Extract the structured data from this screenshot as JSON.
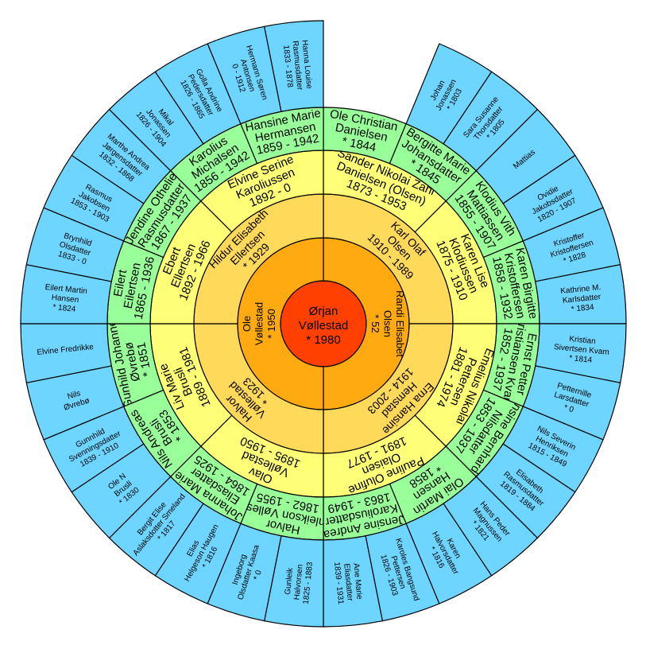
{
  "colors": {
    "root": "#ff4000",
    "gen1": "#ffaa11",
    "gen2": "#ffd95a",
    "gen3": "#ffff77",
    "gen4": "#99ff99",
    "gen5": "#6dd5ff"
  },
  "root": [
    "Ørjan",
    "Vøllestad",
    "* 1980"
  ],
  "generations": [
    [
      [
        "Randi Elisabet",
        "Olsen",
        "* 52"
      ],
      [
        "Ole",
        "Vøllestad",
        "* 1950"
      ]
    ],
    [
      [
        "Karl Olaf",
        "Olsen",
        "1910 - 1989"
      ],
      [
        "Erna Hansine",
        "Hemstad",
        "1914 - 2003"
      ],
      [
        "Halvor",
        "Vøllestad",
        "* 1923"
      ],
      [
        "Hildur Elisabeth",
        "Ellertsen",
        "* 1929"
      ]
    ],
    [
      [
        "Sander Nikolai Zahl",
        "Danielsen (Olsen)",
        "1873 - 1953"
      ],
      [
        "Karen Lise",
        "Klodiussen",
        "1875 - 1910"
      ],
      [
        "Emelius Nikolai",
        "Pettersen",
        "1881 - 1974"
      ],
      [
        "Pauline Olufine",
        "Olaisen",
        "1891 - 1977"
      ],
      [
        "Olav",
        "Vøllestad",
        "1895 - 1950"
      ],
      [
        "Liv Marie",
        "Brusli",
        "1889 - 1981"
      ],
      [
        "Ebert",
        "Ellertsen",
        "1892 - 1966"
      ],
      [
        "Elvine Serine",
        "Karoliussen",
        "1892 - 0"
      ]
    ],
    [
      [
        "Ole Christian",
        "Danielsen",
        "* 1844"
      ],
      [
        "Bergitte Marie",
        "Johansdatter",
        "* 1845"
      ],
      [
        "Klodius Vith",
        "Mattiassen",
        "1855 - 1907"
      ],
      [
        "Karen Birgitte",
        "Kristoffersen",
        "1858 - 1932"
      ],
      [
        "Ernst Petter",
        "Kristiansen Kvam",
        "1852 - 1937"
      ],
      [
        "Hansine Bernhardine",
        "Nilsdatter",
        "1853 - 1937"
      ],
      [
        "Olai Martin",
        "Hansen",
        "* 1858"
      ],
      [
        "Jensine Andrea",
        "Karoliusdatter",
        "1863 - 1949"
      ],
      [
        "Halvor",
        "Gunleikson Vøllestad",
        "1862 - 1955"
      ],
      [
        "Johanna Marie",
        "Eliasdatter",
        "1864 - 1925"
      ],
      [
        "Nils Andreas",
        "Brusli",
        "* 1853"
      ],
      [
        "Gunhild Johanne",
        "Øvrebø",
        "* 1851"
      ],
      [
        "Eilert",
        "Eilertsen",
        "1865 - 1936"
      ],
      [
        "Jendine Othelie",
        "Rasmusdatter",
        "1867 - 1937"
      ],
      [
        "Karolius",
        "Michalsen",
        "1856 - 1942"
      ],
      [
        "Hansine Marie",
        "Hermansen",
        "1859 - 1942"
      ]
    ],
    [
      null,
      null,
      [
        "Johan",
        "Jonassen",
        "* 1803"
      ],
      [
        "Sara Susanne",
        "Thorsdatter",
        "* 1805"
      ],
      [
        "Mattias"
      ],
      [
        "Ovidie",
        "Jakobsdatter",
        "1820 - 1907"
      ],
      [
        "Kristoffer",
        "Kristoffersen",
        "* 1828"
      ],
      [
        "Kathrine M.",
        "Karlsdatter",
        "* 1834"
      ],
      [
        "Kristian",
        "Sivertsen Kvam",
        "* 1814"
      ],
      [
        "Petternille",
        "Larsdatter",
        "* 0"
      ],
      [
        "Nils Severin",
        "Henriksen",
        "1815 - 1849"
      ],
      [
        "Elisabeth",
        "Rasmusdatter",
        "1819 - 1884"
      ],
      [
        "Hans Peder",
        "Magnussen",
        "* 1821"
      ],
      [
        "Karen",
        "Halvorsdatter",
        "* 1816"
      ],
      [
        "Karoles Bangsund",
        "Pettersen",
        "1826 - 1903"
      ],
      [
        "Ane Marie",
        "Eliasdatter",
        "1839 - 1931"
      ],
      [
        "Gunleik",
        "Halvorsen",
        "1825 - 1883"
      ],
      [
        "Ingeborg",
        "Olsdatter Kaasa",
        "* 0"
      ],
      [
        "Elias",
        "Helgeson Haugen",
        "* 1816"
      ],
      [
        "Bergit Elise",
        "Aslaksdotter Smeland",
        "* 1817"
      ],
      [
        "Ole N",
        "Brusli",
        "* 1830"
      ],
      [
        "Gunnhild",
        "Svenningsdatter",
        "1839 - 1910"
      ],
      [
        "Nils",
        "Øvrebø"
      ],
      [
        "Elvine Fredrikke"
      ],
      [
        "Eilert Martin",
        "Hansen",
        "* 1824"
      ],
      [
        "Brynhild",
        "Olsdatter",
        "1833 - 0"
      ],
      [
        "Rasmus",
        "Jakobsen",
        "1853 - 1903"
      ],
      [
        "Marthe Andrea",
        "Jørgensdatter",
        "1832 - 1868"
      ],
      [
        "Mikal",
        "Jonassen",
        "1826 - 1904"
      ],
      [
        "Golla Andrine",
        "Pedersdatter",
        "1826 - 1865"
      ],
      [
        "Hermann Søren",
        "Antonsen",
        "0 - 1912"
      ],
      [
        "Hanna Louise",
        "Rasmusdatter",
        "1833 - 1878"
      ]
    ]
  ]
}
